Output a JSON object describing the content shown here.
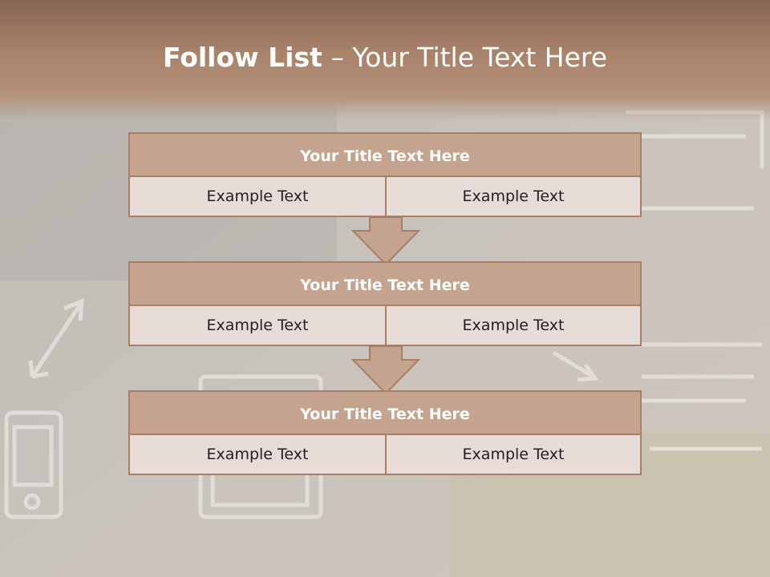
{
  "slide": {
    "title_bold": "Follow List",
    "title_rest": " – Your Title Text Here"
  },
  "blocks": [
    {
      "title": "Your Title Text Here",
      "left": "Example Text",
      "right": "Example Text"
    },
    {
      "title": "Your Title Text Here",
      "left": "Example Text",
      "right": "Example Text"
    },
    {
      "title": "Your Title Text Here",
      "left": "Example Text",
      "right": "Example Text"
    }
  ],
  "colors": {
    "header": "#a9826a",
    "block_title_fill": "#c4a48f",
    "block_border": "#a87f66",
    "cell_fill": "#e8dcd8",
    "arrow_fill": "#c4a48f"
  }
}
